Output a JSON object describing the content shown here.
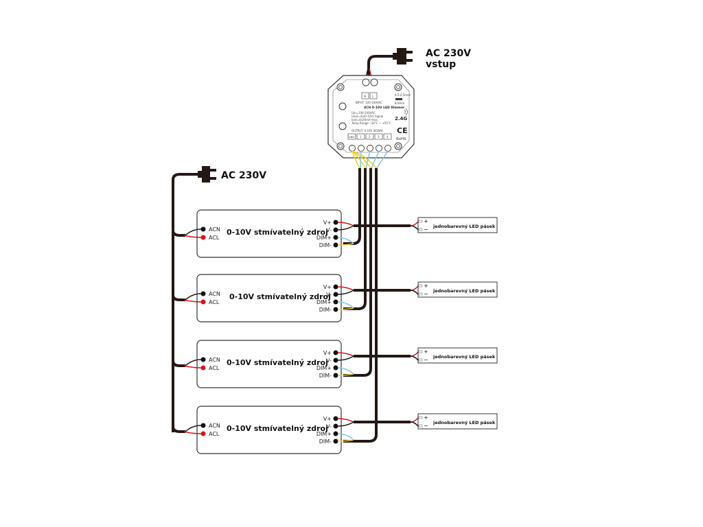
{
  "diagram": {
    "mains_input_label_line1": "AC 230V",
    "mains_input_label_line2": "vstup",
    "psu_mains_label": "AC 230V",
    "colors": {
      "cable": "#231815",
      "red": "#d7141a",
      "blue": "#7ec8e3",
      "yellow": "#f2d02b",
      "outline": "#333333"
    },
    "dimmer": {
      "input_terminals": [
        "N",
        "L"
      ],
      "input_label": "INPUT: 100-240VAC",
      "model": "4CH 0-10V LED Dimmer",
      "specs": [
        "Uin=100-240VAC",
        "Uout=4x(0-10V) Signal",
        "Iout=4x20mA max.",
        "Temp.Range: -30°C ~ +55°C"
      ],
      "wire_spec": [
        "0.5-2.5mm²",
        "8-9mm"
      ],
      "wireless": "2.4G",
      "ce": "CE",
      "rohs": "RoHS",
      "output_label": "OUTPUT: 0-10V SIGNAL",
      "output_terminals": [
        "GND",
        "1",
        "2",
        "3",
        "4"
      ]
    },
    "psus": [
      {
        "title": "0-10V stmívatelný zdroj",
        "in_pins": [
          "ACN",
          "ACL"
        ],
        "out_pins": [
          "V+",
          "V-",
          "DIM+",
          "DIM-"
        ]
      },
      {
        "title": "0-10V stmívatelný zdroj",
        "in_pins": [
          "ACN",
          "ACL"
        ],
        "out_pins": [
          "V+",
          "V-",
          "DIM+",
          "DIM-"
        ]
      },
      {
        "title": "0-10V stmívatelný zdroj",
        "in_pins": [
          "ACN",
          "ACL"
        ],
        "out_pins": [
          "V+",
          "V-",
          "DIM+",
          "DIM-"
        ]
      },
      {
        "title": "0-10V stmívatelný zdroj",
        "in_pins": [
          "ACN",
          "ACL"
        ],
        "out_pins": [
          "V+",
          "V-",
          "DIM+",
          "DIM-"
        ]
      }
    ],
    "led_strips": [
      {
        "label": "jednobarevný LED pásek",
        "plus": "+",
        "minus": "−"
      },
      {
        "label": "jednobarevný LED pásek",
        "plus": "+",
        "minus": "−"
      },
      {
        "label": "jednobarevný LED pásek",
        "plus": "+",
        "minus": "−"
      },
      {
        "label": "jednobarevný LED pásek",
        "plus": "+",
        "minus": "−"
      }
    ]
  }
}
